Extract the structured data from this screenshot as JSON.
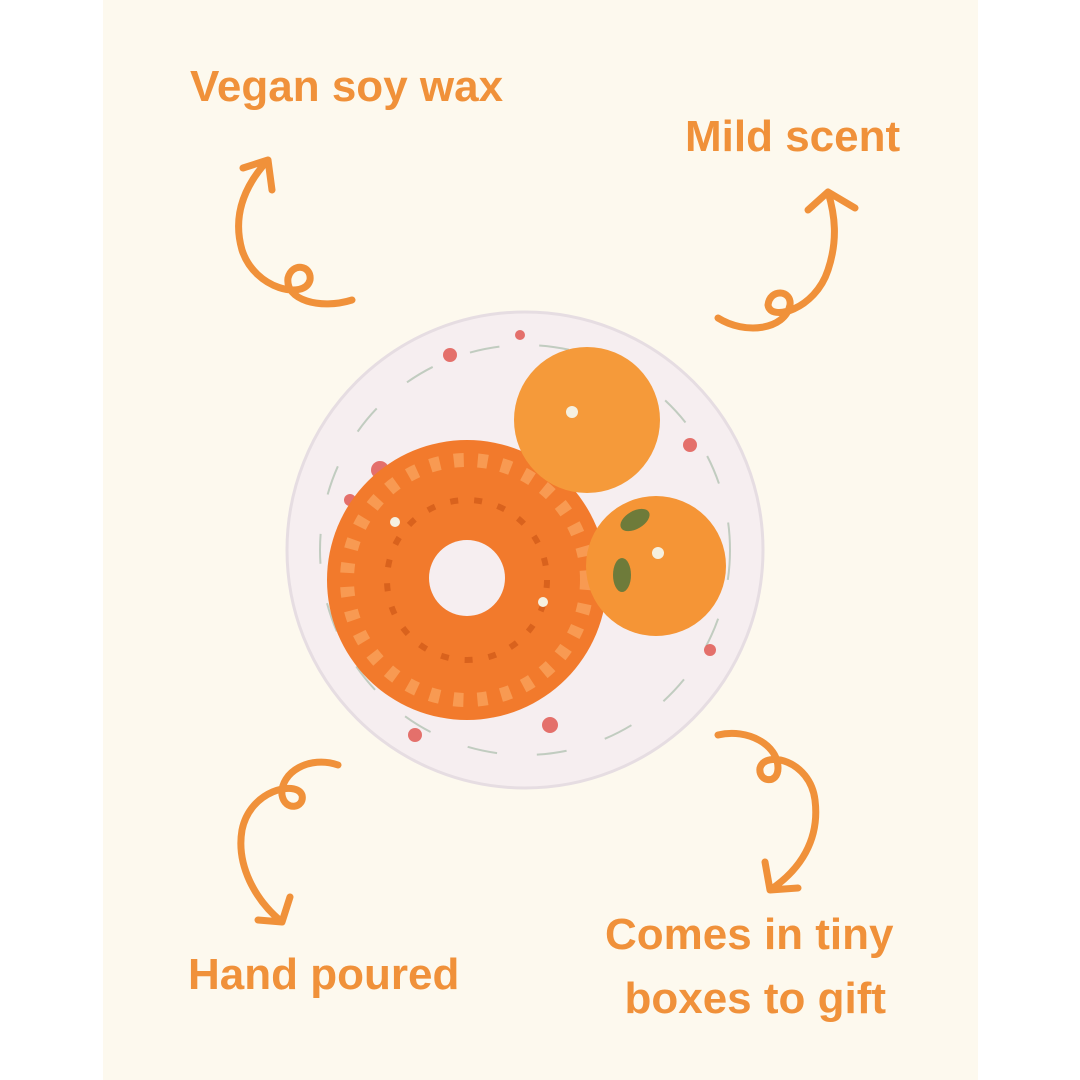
{
  "features": {
    "top_left": "Vegan soy wax",
    "top_right": "Mild scent",
    "bottom_left": "Hand poured",
    "bottom_right_line1": "Comes in tiny",
    "bottom_right_line2": "boxes to gift"
  },
  "colors": {
    "accent": "#f0913a",
    "background": "#fdf9ee"
  }
}
